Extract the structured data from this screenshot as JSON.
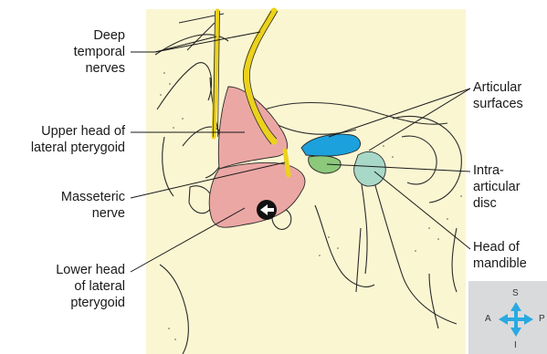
{
  "labels": {
    "deep_temporal": [
      "Deep",
      "temporal",
      "nerves"
    ],
    "upper_head": [
      "Upper head of",
      "lateral pterygoid"
    ],
    "masseteric": [
      "Masseteric",
      "nerve"
    ],
    "lower_head": [
      "Lower head",
      "of lateral",
      "pterygoid"
    ],
    "articular": [
      "Articular",
      "surfaces"
    ],
    "intra_articular": [
      "Intra-",
      "articular",
      "disc"
    ],
    "head_mandible": [
      "Head of",
      "mandible"
    ]
  },
  "compass": {
    "superior": "S",
    "inferior": "I",
    "anterior": "A",
    "posterior": "P"
  },
  "colors": {
    "background_panel": "#fbf6d2",
    "muscle": "#eba7a4",
    "nerve": "#ecd21a",
    "articular_surface": "#1ca1dc",
    "disc": "#8cc97a",
    "mandible_head": "#a8d8c8",
    "compass_arrows": "#29a9e1",
    "compass_panel": "#d9dadc",
    "outline": "#2a2a2a",
    "leader_line": "#1a1a1a"
  }
}
